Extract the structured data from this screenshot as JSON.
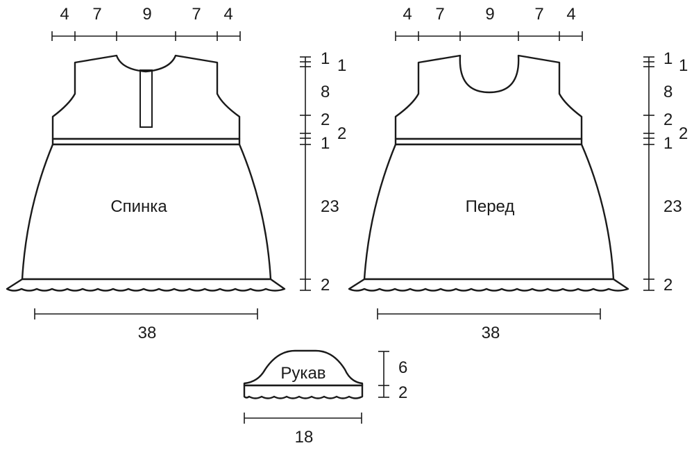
{
  "pieces": {
    "back": {
      "label": "Спинка"
    },
    "front": {
      "label": "Перед"
    },
    "sleeve": {
      "label": "Рукав"
    }
  },
  "dims": {
    "top_widths": [
      "4",
      "7",
      "9",
      "7",
      "4"
    ],
    "heights_left": [
      "1",
      "8",
      "2",
      "1",
      "23",
      "2"
    ],
    "heights_right": [
      "1",
      "2"
    ],
    "width_bottom": "38",
    "sleeve_heights": [
      "6",
      "2"
    ],
    "sleeve_width": "18"
  },
  "colors": {
    "line": "#1a1a1a",
    "background": "#ffffff"
  }
}
